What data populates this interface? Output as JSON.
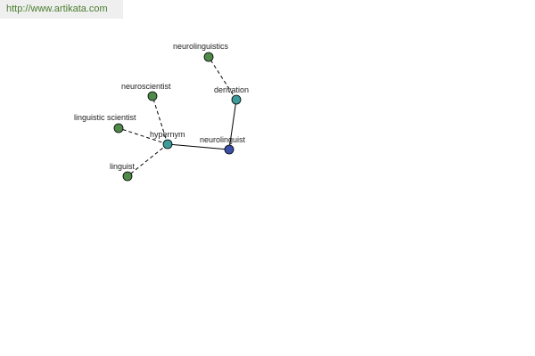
{
  "source": {
    "url_text": "http://www.artikata.com"
  },
  "colors": {
    "leaf": "#4f8a4a",
    "relation": "#3f9a9a",
    "root": "#3b4fa8"
  },
  "graph": {
    "nodes": [
      {
        "id": "neurolinguist",
        "label": "neurolinguist",
        "kind": "root"
      },
      {
        "id": "hypernym",
        "label": "hypernym",
        "kind": "relation"
      },
      {
        "id": "derivation",
        "label": "derivation",
        "kind": "relation"
      },
      {
        "id": "neurolinguistics",
        "label": "neurolinguistics",
        "kind": "leaf"
      },
      {
        "id": "neuroscientist",
        "label": "neuroscientist",
        "kind": "leaf"
      },
      {
        "id": "linguistic_scientist",
        "label": "linguistic scientist",
        "kind": "leaf"
      },
      {
        "id": "linguist",
        "label": "linguist",
        "kind": "leaf"
      }
    ],
    "edges": [
      {
        "from": "neurolinguist",
        "to": "hypernym",
        "style": "solid"
      },
      {
        "from": "neurolinguist",
        "to": "derivation",
        "style": "solid"
      },
      {
        "from": "derivation",
        "to": "neurolinguistics",
        "style": "dashed"
      },
      {
        "from": "hypernym",
        "to": "neuroscientist",
        "style": "dashed"
      },
      {
        "from": "hypernym",
        "to": "linguistic_scientist",
        "style": "dashed"
      },
      {
        "from": "hypernym",
        "to": "linguist",
        "style": "dashed"
      }
    ]
  }
}
